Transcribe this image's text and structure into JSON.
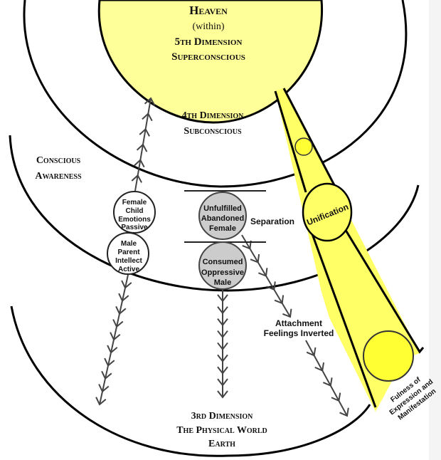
{
  "colors": {
    "heaven_fill": "#ffff99",
    "beam_fill": "#ffff66",
    "orb_fill": "#ffff33",
    "node_gray": "#cccccc",
    "line": "#000000",
    "arrow": "#444444",
    "right_margin": "#f4f4f4"
  },
  "heaven": {
    "title": "Heaven",
    "subtitle": "(within)",
    "dimension": "5th Dimension",
    "state": "Superconscious"
  },
  "fourth": {
    "dimension": "4th Dimension",
    "state": "Subconscious"
  },
  "conscious": {
    "line1": "Conscious",
    "line2": "Awareness"
  },
  "nodes": {
    "female_child": [
      "Female",
      "Child",
      "Emotions",
      "Passive"
    ],
    "male_parent": [
      "Male",
      "Parent",
      "Intellect",
      "Active"
    ],
    "unfulfilled": [
      "Unfulfilled",
      "Abandoned",
      "Female"
    ],
    "consumed": [
      "Consumed",
      "Oppressive",
      "Male"
    ]
  },
  "labels": {
    "separation": "Separation",
    "unification": "Unification",
    "attachment_1": "Attachment",
    "attachment_2": "Feelings Inverted",
    "fulness_1": "Fulness of",
    "fulness_2": "Expression and",
    "fulness_3": "Manifestation"
  },
  "third": {
    "dimension": "3rd Dimension",
    "world": "The Physical World",
    "earth": "Earth"
  }
}
